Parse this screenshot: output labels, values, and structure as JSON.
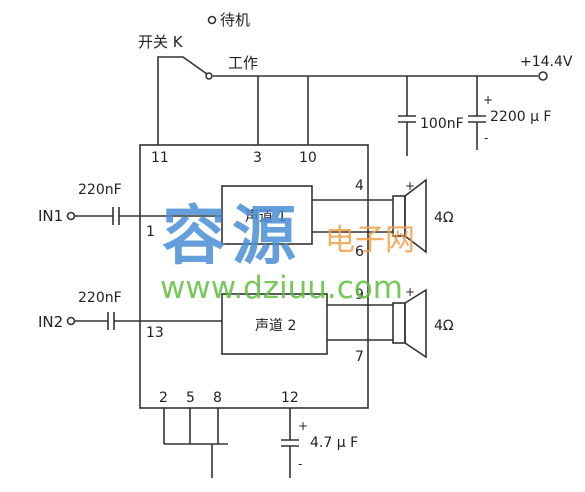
{
  "switch": {
    "label": "开关 K",
    "standby": "待机",
    "work": "工作"
  },
  "supply": {
    "voltage": "+14.4V"
  },
  "caps": {
    "c1": "100nF",
    "c2": "2200 μ F",
    "in1": "220nF",
    "in2": "220nF",
    "c_pin12": "4.7 μ F",
    "plus": "+",
    "minus": "-"
  },
  "inputs": {
    "in1": "IN1",
    "in2": "IN2"
  },
  "channels": {
    "ch1": "声道 1",
    "ch2": "声道 2"
  },
  "speakers": {
    "imp1": "4Ω",
    "imp2": "4Ω"
  },
  "pins": {
    "p11": "11",
    "p3": "3",
    "p10": "10",
    "p4": "4",
    "p1": "1",
    "p6": "6",
    "p9": "9",
    "p13": "13",
    "p7": "7",
    "p2": "2",
    "p5": "5",
    "p8": "8",
    "p12": "12"
  },
  "watermark": {
    "brand_a": "容",
    "brand_b": "源",
    "brand_c": "电子网",
    "url": "www.dziuu.com"
  },
  "colors": {
    "wire": "#333333",
    "watermark_blue": "#4a8fd6",
    "watermark_orange": "#f3a04a",
    "watermark_green": "#5fbf3f"
  }
}
